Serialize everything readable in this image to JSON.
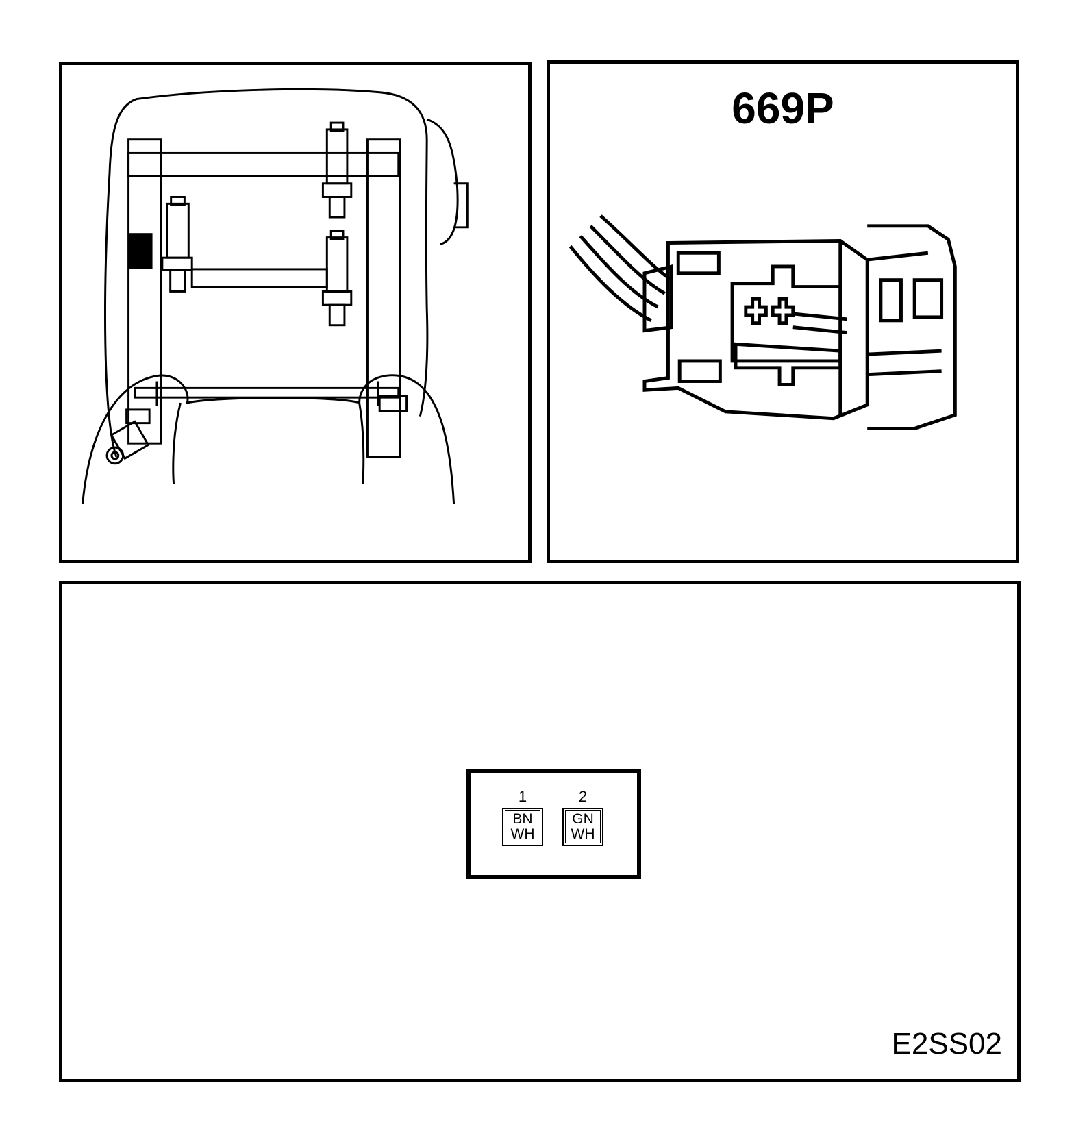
{
  "connector": {
    "id": "669P"
  },
  "pins": [
    {
      "number": "1",
      "wire_top": "BN",
      "wire_bottom": "WH"
    },
    {
      "number": "2",
      "wire_top": "GN",
      "wire_bottom": "WH"
    }
  ],
  "figure_code": "E2SS02"
}
